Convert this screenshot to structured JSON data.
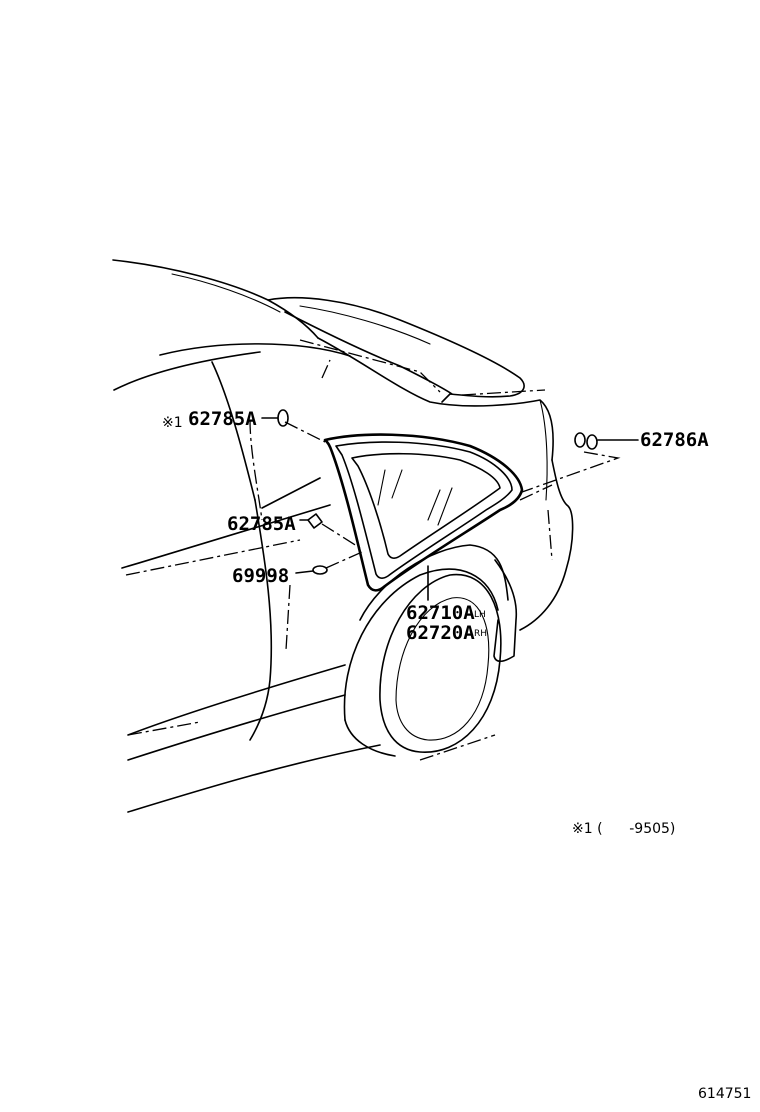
{
  "labels": {
    "note_mark_top": "※1",
    "part_62785A_top": "62785A",
    "part_62785A_mid": "62785A",
    "part_69998": "69998",
    "part_62786A": "62786A",
    "part_62710A": "62710A",
    "part_62720A": "62720A",
    "suffix_62710": "LH",
    "suffix_62720": "RH",
    "footnote": "※1 (      -9505)",
    "diagram_number": "614751"
  }
}
